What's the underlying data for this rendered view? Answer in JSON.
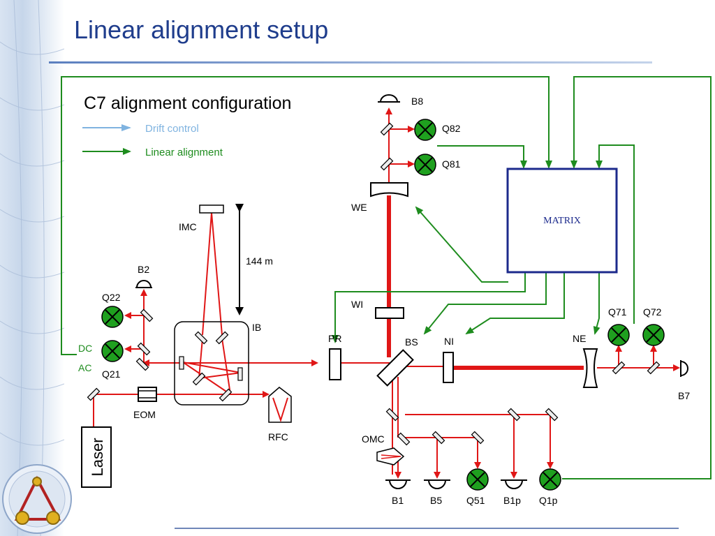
{
  "title": "Linear alignment setup",
  "diagram_heading": "C7 alignment configuration",
  "legend": {
    "drift_control": "Drift control",
    "linear_alignment": "Linear alignment"
  },
  "colors": {
    "title": "#1f3d8c",
    "beam": "#e01616",
    "signal": "#1e8c1e",
    "drift": "#7fb3e0",
    "quadrant": "#1fa01f",
    "matrix_border": "#1c2a8c"
  },
  "labels": {
    "matrix": "MATRIX",
    "laser": "Laser",
    "distance": "144 m",
    "imc": "IMC",
    "ib": "IB",
    "we": "WE",
    "wi": "WI",
    "pr": "PR",
    "bs": "BS",
    "ni": "NI",
    "ne": "NE",
    "eom": "EOM",
    "rfc": "RFC",
    "omc": "OMC",
    "dc": "DC",
    "ac": "AC",
    "b2": "B2",
    "b8": "B8",
    "b7": "B7",
    "b1": "B1",
    "b5": "B5",
    "b1p": "B1p",
    "q22": "Q22",
    "q21": "Q21",
    "q82": "Q82",
    "q81": "Q81",
    "q71": "Q71",
    "q72": "Q72",
    "q51": "Q51",
    "q1p": "Q1p"
  }
}
